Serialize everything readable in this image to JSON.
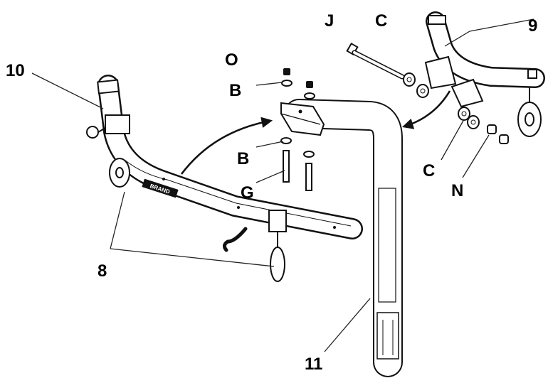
{
  "callouts": {
    "part_10": "10",
    "part_9": "9",
    "part_8": "8",
    "part_11": "11",
    "hw_J": "J",
    "hw_C_top": "C",
    "hw_O": "O",
    "hw_B_top": "B",
    "hw_B_bottom": "B",
    "hw_G": "G",
    "hw_C_bottom": "C",
    "hw_N": "N"
  },
  "logo_text": "BRAND",
  "colors": {
    "ink": "#111111",
    "background": "#ffffff"
  }
}
